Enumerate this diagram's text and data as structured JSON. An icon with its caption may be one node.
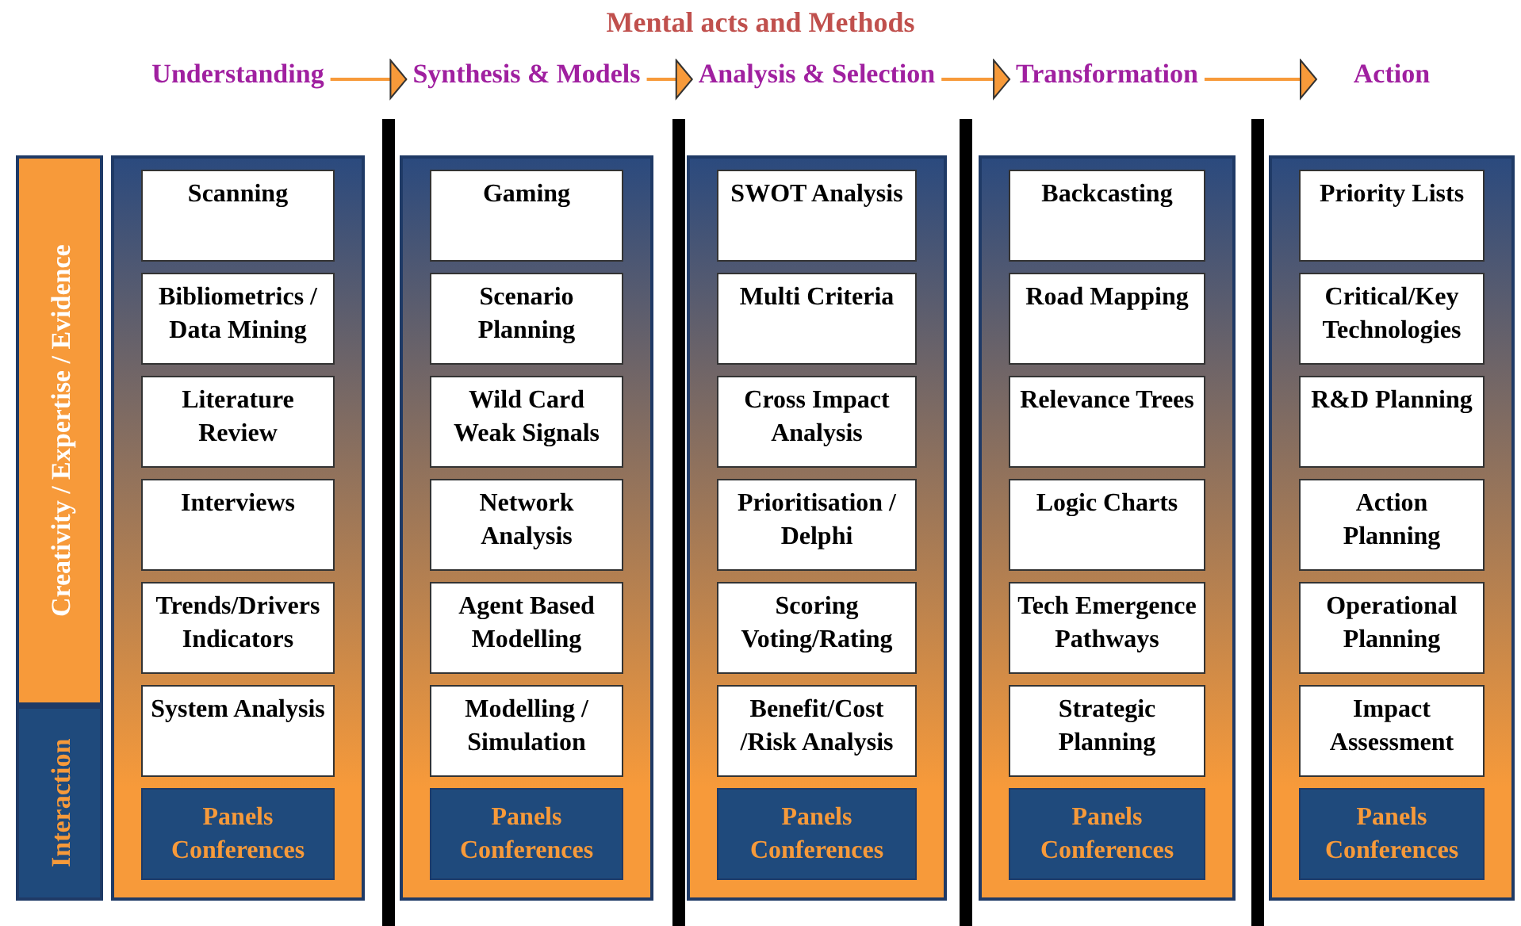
{
  "diagram": {
    "title": "Mental acts and Methods",
    "nodes": [
      {
        "text": [
          "Creativity / Expertise / Evidence"
        ]
      },
      {
        "text": [
          "Interaction"
        ]
      },
      {
        "text": [
          "Understanding"
        ]
      },
      {
        "text": [
          "Scanning"
        ],
        "in": 2
      },
      {
        "text": [
          "Bibliometrics / Data Mining"
        ],
        "in": 2
      },
      {
        "text": [
          "Literature Review"
        ],
        "in": 2
      },
      {
        "text": [
          "Interviews"
        ],
        "in": 2
      },
      {
        "text": [
          "Trends/Drivers Indicators"
        ],
        "in": 2
      },
      {
        "text": [
          "System Analysis"
        ],
        "in": 2
      },
      {
        "text": [
          "Panels Conferences"
        ],
        "in": 2
      },
      {
        "text": [
          "Synthesis & Models"
        ]
      },
      {
        "text": [
          "Gaming"
        ],
        "in": 10
      },
      {
        "text": [
          "Scenario Planning"
        ],
        "in": 10
      },
      {
        "text": [
          "Wild Card Weak Signals"
        ],
        "in": 10
      },
      {
        "text": [
          "Network Analysis"
        ],
        "in": 10
      },
      {
        "text": [
          "Agent Based Modelling"
        ],
        "in": 10
      },
      {
        "text": [
          "Modelling / Simulation"
        ],
        "in": 10
      },
      {
        "text": [
          "Panels Conferences"
        ],
        "in": 10
      },
      {
        "text": [
          "Analysis & Selection"
        ]
      },
      {
        "text": [
          "SWOT Analysis"
        ],
        "in": 18
      },
      {
        "text": [
          "Multi Criteria"
        ],
        "in": 18
      },
      {
        "text": [
          "Cross Impact Analysis"
        ],
        "in": 18
      },
      {
        "text": [
          "Prioritisation / Delphi"
        ],
        "in": 18
      },
      {
        "text": [
          "Scoring Voting/Rating"
        ],
        "in": 18
      },
      {
        "text": [
          "Benefit/Cost /Risk Analysis"
        ],
        "in": 18
      },
      {
        "text": [
          "Panels Conferences"
        ],
        "in": 18
      },
      {
        "text": [
          "Transformation"
        ]
      },
      {
        "text": [
          "Backcasting"
        ],
        "in": 26
      },
      {
        "text": [
          "Road Mapping"
        ],
        "in": 26
      },
      {
        "text": [
          "Relevance Trees"
        ],
        "in": 26
      },
      {
        "text": [
          "Logic Charts"
        ],
        "in": 26
      },
      {
        "text": [
          "Tech Emergence Pathways"
        ],
        "in": 26
      },
      {
        "text": [
          "Strategic Planning"
        ],
        "in": 26
      },
      {
        "text": [
          "Panels Conferences"
        ],
        "in": 26
      },
      {
        "text": [
          "Action"
        ]
      },
      {
        "text": [
          "Priority Lists"
        ],
        "in": 34
      },
      {
        "text": [
          "Critical/Key Technologies"
        ],
        "in": 34
      },
      {
        "text": [
          "R&D Planning"
        ],
        "in": 34
      },
      {
        "text": [
          "Action Planning"
        ],
        "in": 34
      },
      {
        "text": [
          "Operational Planning"
        ],
        "in": 34
      },
      {
        "text": [
          "Impact Assessment"
        ],
        "in": 34
      },
      {
        "text": [
          "Panels Conferences"
        ],
        "in": 34
      }
    ],
    "edges": [
      {
        "from": 2,
        "to": 10,
        "arrow": "to"
      },
      {
        "from": 10,
        "to": 18,
        "arrow": "to"
      },
      {
        "from": 18,
        "to": 26,
        "arrow": "to"
      },
      {
        "from": 26,
        "to": 34,
        "arrow": "to"
      }
    ]
  }
}
